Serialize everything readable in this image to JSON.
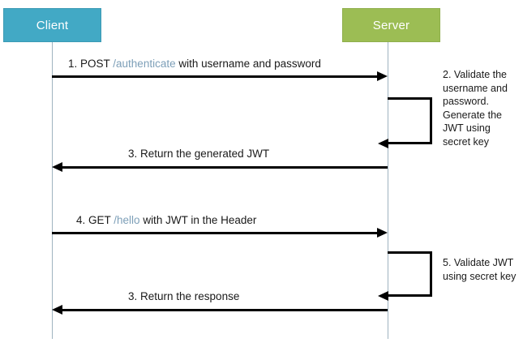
{
  "diagram": {
    "type": "sequence-diagram",
    "title": "JWT authentication sequence between Client and Server",
    "colors": {
      "client_box": "#42a9c5",
      "server_box": "#9cbd54",
      "lifeline": "#9fb3c0",
      "arrow": "#000000",
      "path_text": "#7d9fb8",
      "background": "#ffffff"
    }
  },
  "participants": [
    {
      "id": "client",
      "label": "Client"
    },
    {
      "id": "server",
      "label": "Server"
    }
  ],
  "messages": [
    {
      "number": "1.",
      "from": "client",
      "to": "server",
      "direction": "right",
      "label_prefix": "1. POST ",
      "path": "/authenticate",
      "label_suffix": " with username and password",
      "full_label": "1. POST /authenticate with username and password"
    },
    {
      "number": "3.",
      "from": "server",
      "to": "client",
      "direction": "left",
      "label_prefix": "3. Return the generated JWT",
      "path": "",
      "label_suffix": "",
      "full_label": "3. Return the generated JWT"
    },
    {
      "number": "4.",
      "from": "client",
      "to": "server",
      "direction": "right",
      "label_prefix": "4.  GET ",
      "path": "/hello",
      "label_suffix": " with JWT in the Header",
      "full_label": "4.  GET /hello with JWT in the Header"
    },
    {
      "number": "3.",
      "from": "server",
      "to": "client",
      "direction": "left",
      "label_prefix": "3. Return the response",
      "path": "",
      "label_suffix": "",
      "full_label": "3. Return the response"
    }
  ],
  "self_calls": [
    {
      "id": "validate-credentials",
      "on": "server",
      "note": "2. Validate the username and password. Generate the JWT using secret key"
    },
    {
      "id": "validate-jwt",
      "on": "server",
      "note": "5. Validate JWT using secret key"
    }
  ]
}
